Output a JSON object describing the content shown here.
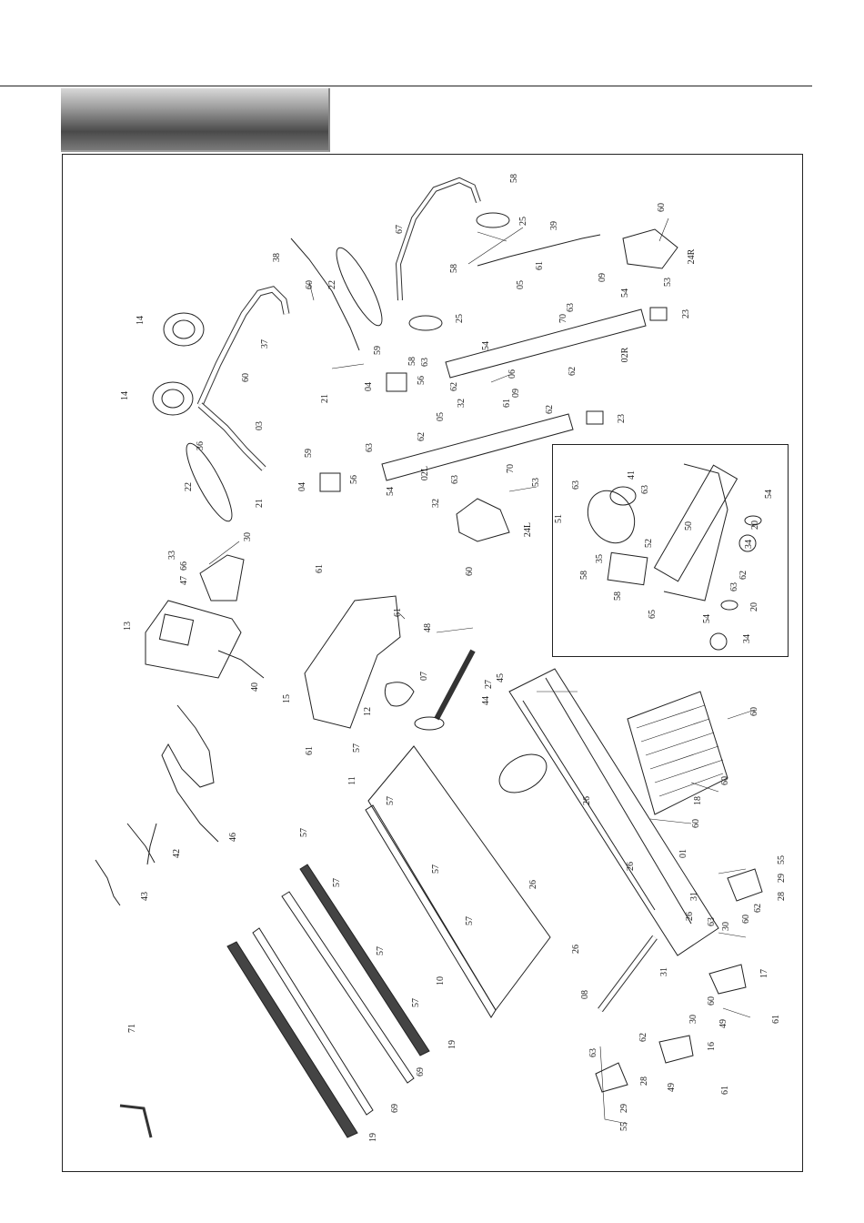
{
  "section_header": "",
  "part_labels": [
    {
      "id": "lbl-58a",
      "text": "58"
    },
    {
      "id": "lbl-25a",
      "text": "25"
    },
    {
      "id": "lbl-67",
      "text": "67"
    },
    {
      "id": "lbl-39",
      "text": "39"
    },
    {
      "id": "lbl-60a",
      "text": "60"
    },
    {
      "id": "lbl-24R",
      "text": "24R"
    },
    {
      "id": "lbl-38",
      "text": "38"
    },
    {
      "id": "lbl-60b",
      "text": "60"
    },
    {
      "id": "lbl-22a",
      "text": "22"
    },
    {
      "id": "lbl-58b",
      "text": "58"
    },
    {
      "id": "lbl-61a",
      "text": "61"
    },
    {
      "id": "lbl-09a",
      "text": "09"
    },
    {
      "id": "lbl-05a",
      "text": "05"
    },
    {
      "id": "lbl-54a",
      "text": "54"
    },
    {
      "id": "lbl-53a",
      "text": "53"
    },
    {
      "id": "lbl-14a",
      "text": "14"
    },
    {
      "id": "lbl-25b",
      "text": "25"
    },
    {
      "id": "lbl-63a",
      "text": "63"
    },
    {
      "id": "lbl-70a",
      "text": "70"
    },
    {
      "id": "lbl-23a",
      "text": "23"
    },
    {
      "id": "lbl-37",
      "text": "37"
    },
    {
      "id": "lbl-59a",
      "text": "59"
    },
    {
      "id": "lbl-02R",
      "text": "02R"
    },
    {
      "id": "lbl-54b",
      "text": "54"
    },
    {
      "id": "lbl-58c",
      "text": "58"
    },
    {
      "id": "lbl-63b",
      "text": "63"
    },
    {
      "id": "lbl-62a",
      "text": "62"
    },
    {
      "id": "lbl-62b",
      "text": "62"
    },
    {
      "id": "lbl-60c",
      "text": "60"
    },
    {
      "id": "lbl-04a",
      "text": "04"
    },
    {
      "id": "lbl-56a",
      "text": "56"
    },
    {
      "id": "lbl-06",
      "text": "06"
    },
    {
      "id": "lbl-14b",
      "text": "14"
    },
    {
      "id": "lbl-21a",
      "text": "21"
    },
    {
      "id": "lbl-32a",
      "text": "32"
    },
    {
      "id": "lbl-09b",
      "text": "09"
    },
    {
      "id": "lbl-61b",
      "text": "61"
    },
    {
      "id": "lbl-62c",
      "text": "62"
    },
    {
      "id": "lbl-05b",
      "text": "05"
    },
    {
      "id": "lbl-03",
      "text": "03"
    },
    {
      "id": "lbl-23b",
      "text": "23"
    },
    {
      "id": "lbl-36",
      "text": "36"
    },
    {
      "id": "lbl-62d",
      "text": "62"
    },
    {
      "id": "lbl-63c",
      "text": "63"
    },
    {
      "id": "lbl-59b",
      "text": "59"
    },
    {
      "id": "lbl-70b",
      "text": "70"
    },
    {
      "id": "lbl-22b",
      "text": "22"
    },
    {
      "id": "lbl-56b",
      "text": "56"
    },
    {
      "id": "lbl-04b",
      "text": "04"
    },
    {
      "id": "lbl-63d",
      "text": "63"
    },
    {
      "id": "lbl-53b",
      "text": "53"
    },
    {
      "id": "lbl-02L",
      "text": "02L"
    },
    {
      "id": "lbl-54c",
      "text": "54"
    },
    {
      "id": "lbl-21b",
      "text": "21"
    },
    {
      "id": "lbl-32b",
      "text": "32"
    },
    {
      "id": "lbl-24L",
      "text": "24L"
    },
    {
      "id": "lbl-60d",
      "text": "60"
    },
    {
      "id": "lbl-33",
      "text": "33"
    },
    {
      "id": "lbl-30a",
      "text": "30"
    },
    {
      "id": "lbl-66",
      "text": "66"
    },
    {
      "id": "lbl-47",
      "text": "47"
    },
    {
      "id": "lbl-61c",
      "text": "61"
    },
    {
      "id": "lbl-61d",
      "text": "61"
    },
    {
      "id": "lbl-13",
      "text": "13"
    },
    {
      "id": "lbl-48",
      "text": "48"
    },
    {
      "id": "lbl-07",
      "text": "07"
    },
    {
      "id": "lbl-40",
      "text": "40"
    },
    {
      "id": "lbl-15",
      "text": "15"
    },
    {
      "id": "lbl-12",
      "text": "12"
    },
    {
      "id": "lbl-27",
      "text": "27"
    },
    {
      "id": "lbl-45",
      "text": "45"
    },
    {
      "id": "lbl-44",
      "text": "44"
    },
    {
      "id": "lbl-61e",
      "text": "61"
    },
    {
      "id": "lbl-57a",
      "text": "57"
    },
    {
      "id": "lbl-60e",
      "text": "60"
    },
    {
      "id": "lbl-11",
      "text": "11"
    },
    {
      "id": "lbl-60f",
      "text": "60"
    },
    {
      "id": "lbl-26a",
      "text": "26"
    },
    {
      "id": "lbl-18",
      "text": "18"
    },
    {
      "id": "lbl-57b",
      "text": "57"
    },
    {
      "id": "lbl-60g",
      "text": "60"
    },
    {
      "id": "lbl-46",
      "text": "46"
    },
    {
      "id": "lbl-57c",
      "text": "57"
    },
    {
      "id": "lbl-01",
      "text": "01"
    },
    {
      "id": "lbl-42",
      "text": "42"
    },
    {
      "id": "lbl-57d",
      "text": "57"
    },
    {
      "id": "lbl-26b",
      "text": "26"
    },
    {
      "id": "lbl-26c",
      "text": "26"
    },
    {
      "id": "lbl-55a",
      "text": "55"
    },
    {
      "id": "lbl-29a",
      "text": "29"
    },
    {
      "id": "lbl-43",
      "text": "43"
    },
    {
      "id": "lbl-57e",
      "text": "57"
    },
    {
      "id": "lbl-31a",
      "text": "31"
    },
    {
      "id": "lbl-28a",
      "text": "28"
    },
    {
      "id": "lbl-62e",
      "text": "62"
    },
    {
      "id": "lbl-57f",
      "text": "57"
    },
    {
      "id": "lbl-26d",
      "text": "26"
    },
    {
      "id": "lbl-63e",
      "text": "63"
    },
    {
      "id": "lbl-60h",
      "text": "60"
    },
    {
      "id": "lbl-26e",
      "text": "26"
    },
    {
      "id": "lbl-30b",
      "text": "30"
    },
    {
      "id": "lbl-57g",
      "text": "57"
    },
    {
      "id": "lbl-10",
      "text": "10"
    },
    {
      "id": "lbl-17",
      "text": "17"
    },
    {
      "id": "lbl-31b",
      "text": "31"
    },
    {
      "id": "lbl-08",
      "text": "08"
    },
    {
      "id": "lbl-57h",
      "text": "57"
    },
    {
      "id": "lbl-30c",
      "text": "30"
    },
    {
      "id": "lbl-60i",
      "text": "60"
    },
    {
      "id": "lbl-49a",
      "text": "49"
    },
    {
      "id": "lbl-61f",
      "text": "61"
    },
    {
      "id": "lbl-71",
      "text": "71"
    },
    {
      "id": "lbl-19a",
      "text": "19"
    },
    {
      "id": "lbl-62f",
      "text": "62"
    },
    {
      "id": "lbl-63f",
      "text": "63"
    },
    {
      "id": "lbl-16",
      "text": "16"
    },
    {
      "id": "lbl-69a",
      "text": "69"
    },
    {
      "id": "lbl-28b",
      "text": "28"
    },
    {
      "id": "lbl-49b",
      "text": "49"
    },
    {
      "id": "lbl-61g",
      "text": "61"
    },
    {
      "id": "lbl-69b",
      "text": "69"
    },
    {
      "id": "lbl-29b",
      "text": "29"
    },
    {
      "id": "lbl-55b",
      "text": "55"
    },
    {
      "id": "lbl-19b",
      "text": "19"
    },
    {
      "id": "ins-63a",
      "text": "63"
    },
    {
      "id": "ins-41",
      "text": "41"
    },
    {
      "id": "ins-63b",
      "text": "63"
    },
    {
      "id": "ins-54",
      "text": "54"
    },
    {
      "id": "ins-51",
      "text": "51"
    },
    {
      "id": "ins-50",
      "text": "50"
    },
    {
      "id": "ins-20a",
      "text": "20"
    },
    {
      "id": "ins-52",
      "text": "52"
    },
    {
      "id": "ins-34a",
      "text": "34"
    },
    {
      "id": "ins-35",
      "text": "35"
    },
    {
      "id": "ins-58a",
      "text": "58"
    },
    {
      "id": "ins-62",
      "text": "62"
    },
    {
      "id": "ins-63c",
      "text": "63"
    },
    {
      "id": "ins-58b",
      "text": "58"
    },
    {
      "id": "ins-65",
      "text": "65"
    },
    {
      "id": "ins-20b",
      "text": "20"
    },
    {
      "id": "ins-54b",
      "text": "54"
    },
    {
      "id": "ins-34b",
      "text": "34"
    }
  ]
}
